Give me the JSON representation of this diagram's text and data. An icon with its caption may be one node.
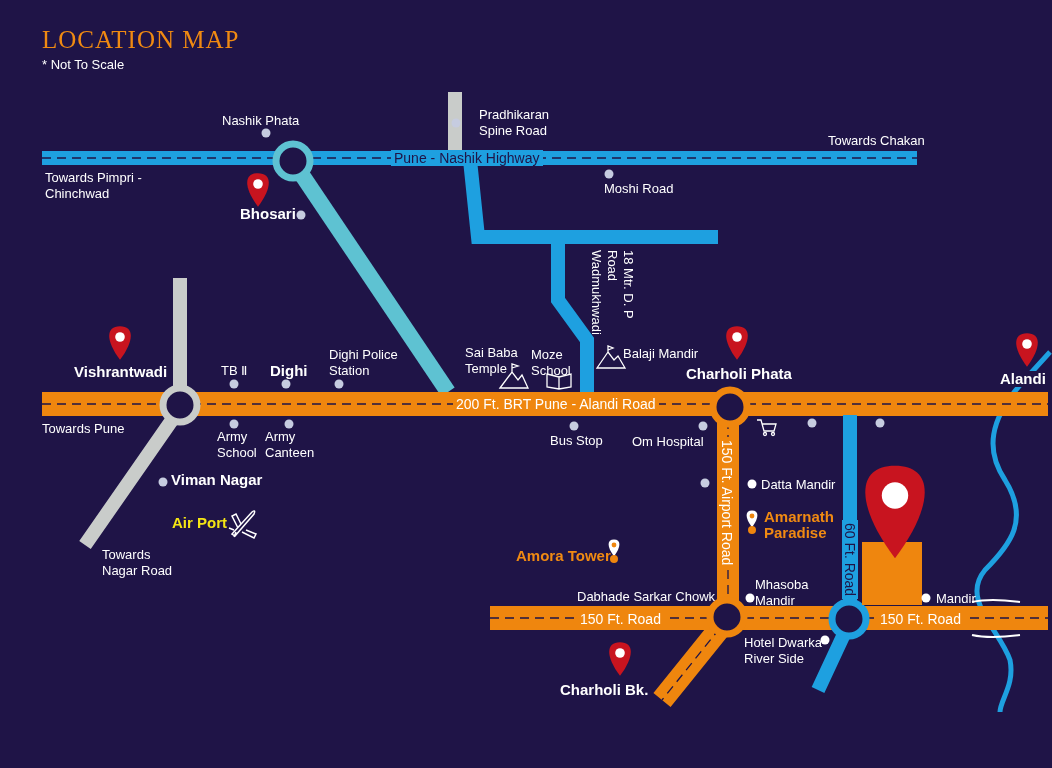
{
  "diagram": {
    "title": "LOCATION MAP",
    "labels": [
      "* Not To Scale",
      "Nashik Phata",
      "Pradhikaran Spine Road",
      "Towards Chakan",
      "Pune - Nashik Highway",
      "Towards Pimpri - Chinchwad",
      "Moshi Road",
      "Bhosari",
      "18 Mtr. D. P Road Wadmukhwadi",
      "Vishrantwadi",
      "TB Ⅱ",
      "Dighi",
      "Dighi Police Station",
      "Sai Baba Temple",
      "Moze School",
      "Balaji Mandir",
      "Charholi Phata",
      "Alandi",
      "200 Ft. BRT Pune - Alandi Road",
      "Towards Pune",
      "Army School",
      "Army Canteen",
      "Bus Stop",
      "Om Hospital",
      "150 Ft. Airport Road",
      "Viman Nagar",
      "Datta Mandir",
      "Air Port",
      "Amarnath Paradise",
      "60 Ft. Road",
      "Towards Nagar Road",
      "Amora Tower",
      "Mhasoba Mandir",
      "Dabhade Sarkar Chowk",
      "Mandir",
      "150 Ft. Road",
      "150 Ft. Road",
      "Hotel Dwarka River Side",
      "Charholi Bk."
    ]
  }
}
